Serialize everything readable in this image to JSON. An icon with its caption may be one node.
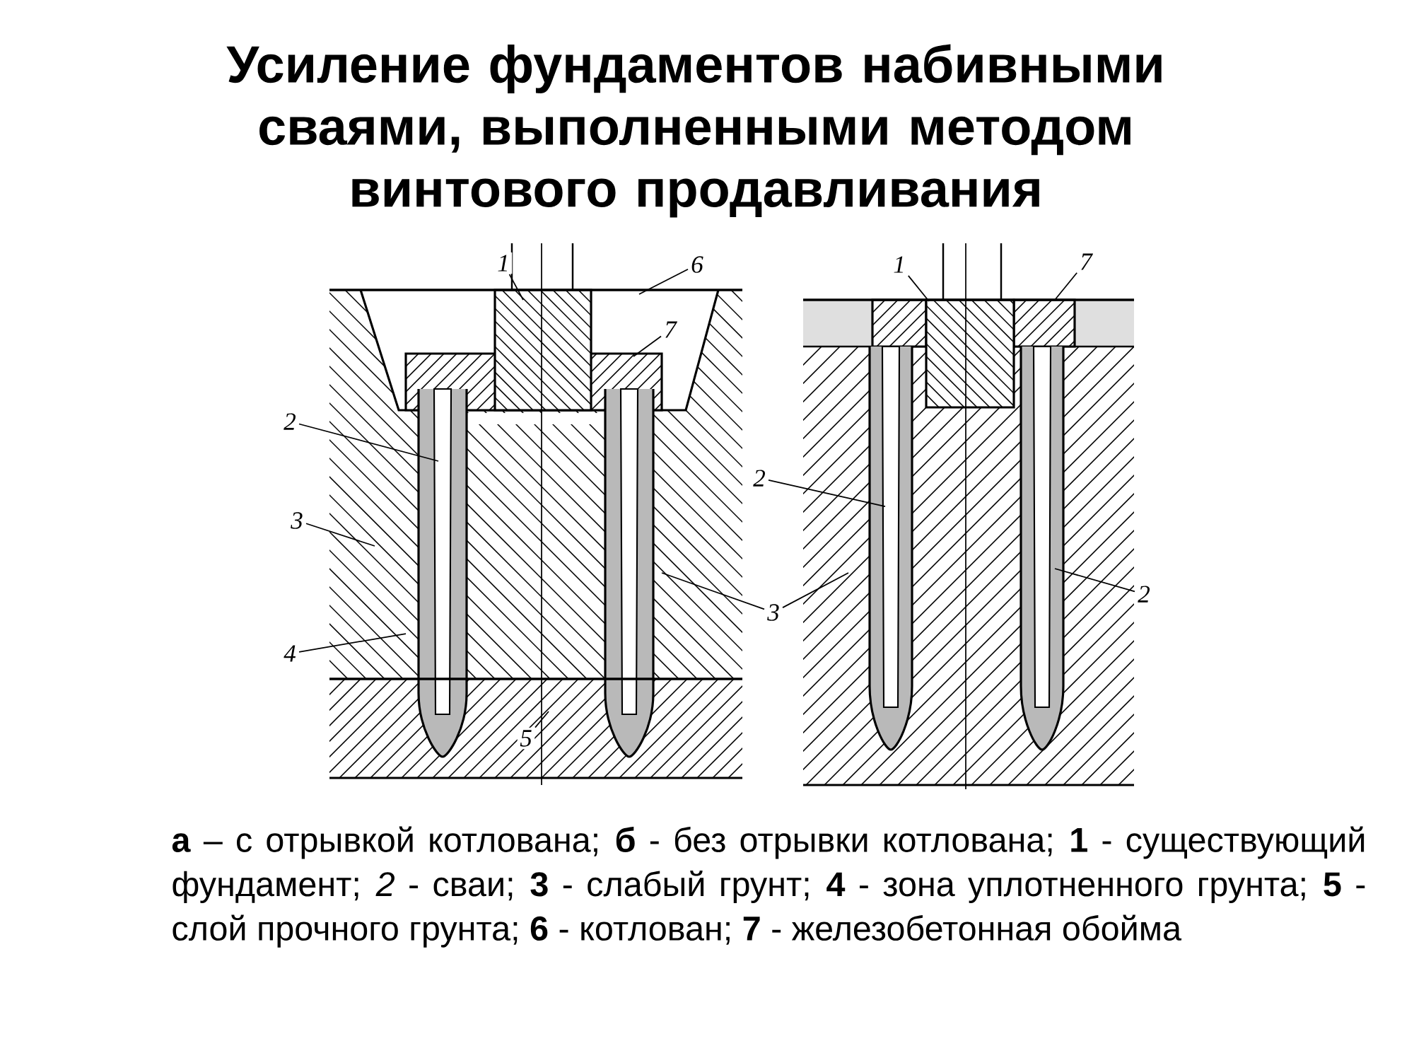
{
  "diagram": {
    "title": "Усиление фундаментов набивными сваями, выполненными методом винтового продавливания",
    "caption": "**а** – с отрывкой котлована; **б** - без отрывки котлована; **1** - существующий фундамент; *2* - сваи; **3** - слабый грунт; **4** - зона уплотненного грунта; **5** - слой прочного грунта; **6** - котлован; **7** - железобетонная обойма",
    "nodes": [
      {
        "text": [
          "1"
        ]
      },
      {
        "text": [
          "6"
        ]
      },
      {
        "text": [
          "7"
        ]
      },
      {
        "text": [
          "2"
        ]
      },
      {
        "text": [
          "3"
        ]
      },
      {
        "text": [
          "4"
        ]
      },
      {
        "text": [
          "5"
        ]
      },
      {
        "text": [
          "3"
        ]
      },
      {
        "text": [
          "1"
        ]
      },
      {
        "text": [
          "7"
        ]
      },
      {
        "text": [
          "2"
        ]
      },
      {
        "text": [
          "2"
        ]
      }
    ],
    "edges": [
      {
        "from": 0,
        "to": null,
        "arrow": "none"
      },
      {
        "from": 1,
        "to": null,
        "arrow": "none"
      },
      {
        "from": 2,
        "to": null,
        "arrow": "none"
      },
      {
        "from": 3,
        "to": null,
        "arrow": "none"
      },
      {
        "from": 4,
        "to": null,
        "arrow": "none"
      },
      {
        "from": 5,
        "to": null,
        "arrow": "none"
      },
      {
        "from": 6,
        "to": null,
        "arrow": "none"
      },
      {
        "from": 7,
        "to": null,
        "arrow": "none"
      },
      {
        "from": 7,
        "to": null,
        "arrow": "none"
      },
      {
        "from": 8,
        "to": null,
        "arrow": "none"
      },
      {
        "from": 9,
        "to": null,
        "arrow": "none"
      },
      {
        "from": 10,
        "to": null,
        "arrow": "none"
      },
      {
        "from": 11,
        "to": null,
        "arrow": "none"
      }
    ]
  }
}
